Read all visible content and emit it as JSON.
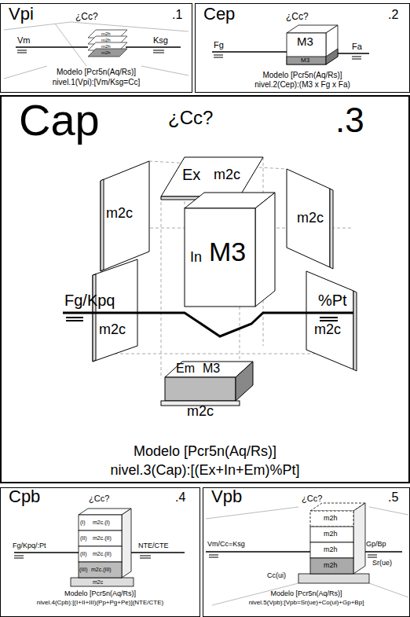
{
  "diagram": {
    "nodes": [
      {
        "text": [
          "Vpi",
          ".1",
          "¿Cc?",
          "Modelo [Pcr5n(Aq/Rs)]",
          "nivel.1(Vpi):[Vm/Ksg=Cc]"
        ]
      },
      {
        "text": [
          "Cep",
          ".2",
          "¿Cc?",
          "Modelo [Pcr5n(Aq/Rs)]",
          "nivel.2(Cep):(M3 x Fg x Fa)"
        ]
      },
      {
        "text": [
          "Cap",
          ".3",
          "¿Cc?",
          "Modelo [Pcr5n(Aq/Rs)]",
          "nivel.3(Cap):[(Ex+In+Em)%Pt]"
        ]
      },
      {
        "text": [
          "Cpb",
          ".4",
          "¿Cc?",
          "Modelo [Pcr5n(Aq/Rs)]",
          "nivel.4(Cpb):[(I+II+III)(Pp+Pg+Pe)](NTE/CTE)"
        ]
      },
      {
        "text": [
          "Vpb",
          ".5",
          "¿Cc?",
          "Modelo [Pcr5n(Aq/Rs)]",
          "nivel.5(Vpb):[Vpb=Sr(ue)+Co(ui)+Gp+Bp]"
        ]
      }
    ],
    "labels": [
      "Vm",
      "Ksg",
      "m2h",
      "m2h",
      "m2h",
      "m2h",
      "M3",
      "M3",
      "Fg",
      "Fa",
      "Ex",
      "m2c",
      "m2c",
      "m2c",
      "In",
      "M3",
      "Fg/Kpq",
      "%Pt",
      "m2c",
      "m2c",
      "Em",
      "M3",
      "m2c",
      "(I)",
      "m2c.(I)",
      "(II)",
      "m2c.(II)",
      "(II)",
      "m2c.(II)",
      "(III)",
      "m2c.(III)",
      "m2c",
      "Fg/Kpq/:Pt",
      "NTE/CTE",
      "m2h",
      "m2h",
      "m2h",
      "m2h",
      "Vm/Cc=Ksg",
      "Gp/Bp",
      "Sr(ue)",
      "Cc(ui)"
    ]
  }
}
